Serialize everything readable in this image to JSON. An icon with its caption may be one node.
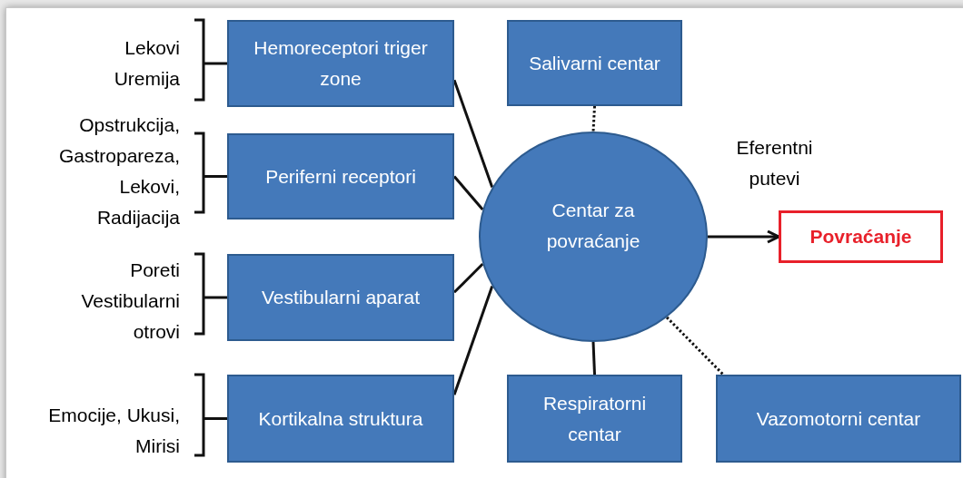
{
  "diagram": {
    "nodes": [
      {
        "text": [
          "Lekovi Uremija"
        ]
      },
      {
        "text": [
          "Hemoreceptori triger zone"
        ]
      },
      {
        "text": [
          "Salivarni centar"
        ]
      },
      {
        "text": [
          "Opstrukcija, Gastropareza, Lekovi, Radijacija"
        ]
      },
      {
        "text": [
          "Periferni receptori"
        ]
      },
      {
        "text": [
          "Centar za povraćanje"
        ]
      },
      {
        "text": [
          "Povraćanje"
        ]
      },
      {
        "text": [
          "Poreti Vestibularni otrovi"
        ]
      },
      {
        "text": [
          "Vestibularni aparat"
        ]
      },
      {
        "text": [
          "Emocije, Ukusi, Mirisi"
        ]
      },
      {
        "text": [
          "Kortikalna struktura"
        ]
      },
      {
        "text": [
          "Respiratorni centar"
        ]
      },
      {
        "text": [
          "Vazomotorni centar"
        ]
      }
    ],
    "edges": [
      {
        "from": 0,
        "to": 1,
        "arrow": "none"
      },
      {
        "from": 3,
        "to": 4,
        "arrow": "none"
      },
      {
        "from": 7,
        "to": 8,
        "arrow": "none"
      },
      {
        "from": 9,
        "to": 10,
        "arrow": "none"
      },
      {
        "from": 1,
        "to": 5,
        "arrow": "none"
      },
      {
        "from": 4,
        "to": 5,
        "arrow": "none"
      },
      {
        "from": 8,
        "to": 5,
        "arrow": "none"
      },
      {
        "from": 10,
        "to": 5,
        "arrow": "none"
      },
      {
        "from": 2,
        "to": 5,
        "arrow": "none",
        "style": "dashed"
      },
      {
        "from": 5,
        "to": 6,
        "arrow": "to"
      },
      {
        "from": 5,
        "to": 11,
        "arrow": "none"
      },
      {
        "from": 5,
        "to": 12,
        "arrow": "none",
        "style": "dashed"
      }
    ],
    "labels": [
      "Eferentni putevi"
    ]
  }
}
